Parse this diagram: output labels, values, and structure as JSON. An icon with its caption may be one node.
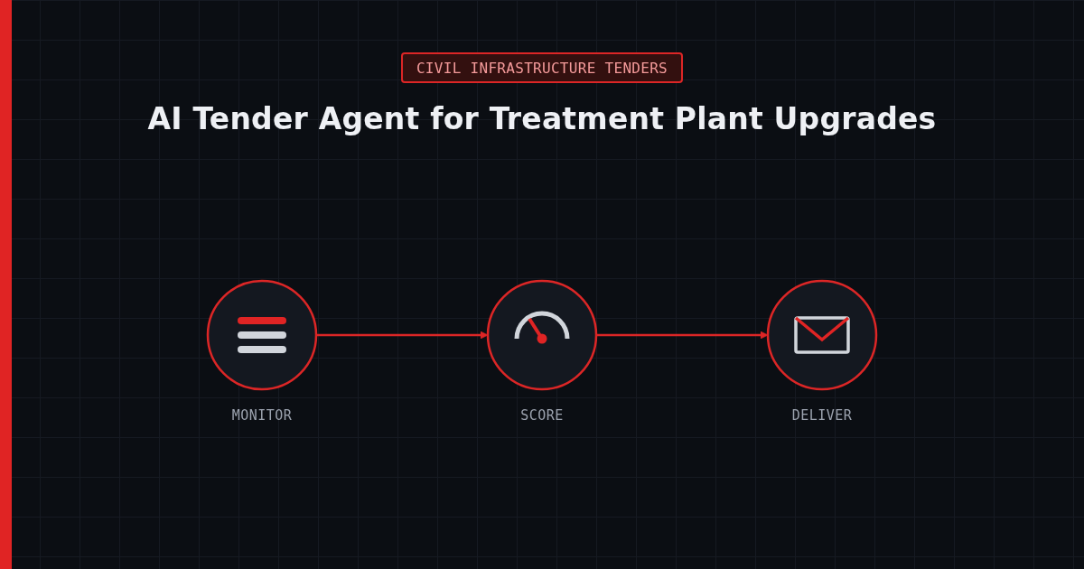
{
  "diagram": {
    "title": "AI Tender Agent for Treatment Plant Upgrades",
    "nodes": [
      {
        "text": [],
        "shape": "circle",
        "beside": [
          "MONITOR"
        ]
      },
      {
        "text": [],
        "shape": "circle",
        "beside": [
          "SCORE"
        ]
      },
      {
        "text": [],
        "shape": "circle",
        "beside": [
          "DELIVER"
        ]
      }
    ],
    "edges": [
      {
        "from": 0,
        "to": 1,
        "arrow": "to"
      },
      {
        "from": 1,
        "to": 2,
        "arrow": "to"
      }
    ],
    "labels": [
      "CIVIL INFRASTRUCTURE TENDERS"
    ]
  }
}
